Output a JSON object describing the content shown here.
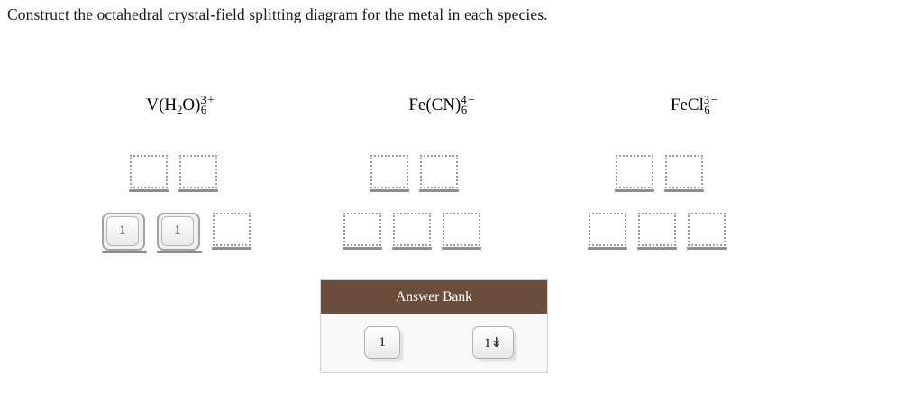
{
  "prompt": "Construct the octahedral crystal-field splitting diagram for the metal in each species.",
  "species": [
    {
      "id": "v-h2o-6-3plus",
      "name": "V(H2O)6 3+",
      "metal": "V",
      "ligand": "(H",
      "ligand_sub": "2",
      "ligand_tail": "O)",
      "count": "6",
      "charge": "3",
      "sign": "+",
      "eg": [
        {
          "state": "empty",
          "content": ""
        },
        {
          "state": "empty",
          "content": ""
        }
      ],
      "t2g": [
        {
          "state": "filled",
          "content": "1"
        },
        {
          "state": "filled",
          "content": "1"
        },
        {
          "state": "empty",
          "content": ""
        }
      ]
    },
    {
      "id": "fe-cn-6-4minus",
      "name": "Fe(CN)6 4-",
      "metal": "Fe",
      "ligand": "(CN)",
      "ligand_sub": "",
      "ligand_tail": "",
      "count": "6",
      "charge": "4",
      "sign": "−",
      "eg": [
        {
          "state": "empty",
          "content": ""
        },
        {
          "state": "empty",
          "content": ""
        }
      ],
      "t2g": [
        {
          "state": "empty",
          "content": ""
        },
        {
          "state": "empty",
          "content": ""
        },
        {
          "state": "empty",
          "content": ""
        }
      ]
    },
    {
      "id": "fe-cl-6-3minus",
      "name": "FeCl6 3-",
      "metal": "FeCl",
      "ligand": "",
      "ligand_sub": "",
      "ligand_tail": "",
      "count": "6",
      "charge": "3",
      "sign": "−",
      "eg": [
        {
          "state": "empty",
          "content": ""
        },
        {
          "state": "empty",
          "content": ""
        }
      ],
      "t2g": [
        {
          "state": "empty",
          "content": ""
        },
        {
          "state": "empty",
          "content": ""
        },
        {
          "state": "empty",
          "content": ""
        }
      ]
    }
  ],
  "answer_bank": {
    "title": "Answer Bank",
    "header_color": "#6a4e3b",
    "tiles": [
      {
        "id": "single-electron",
        "label": "1"
      },
      {
        "id": "paired-electrons",
        "label": "1↡"
      }
    ]
  }
}
